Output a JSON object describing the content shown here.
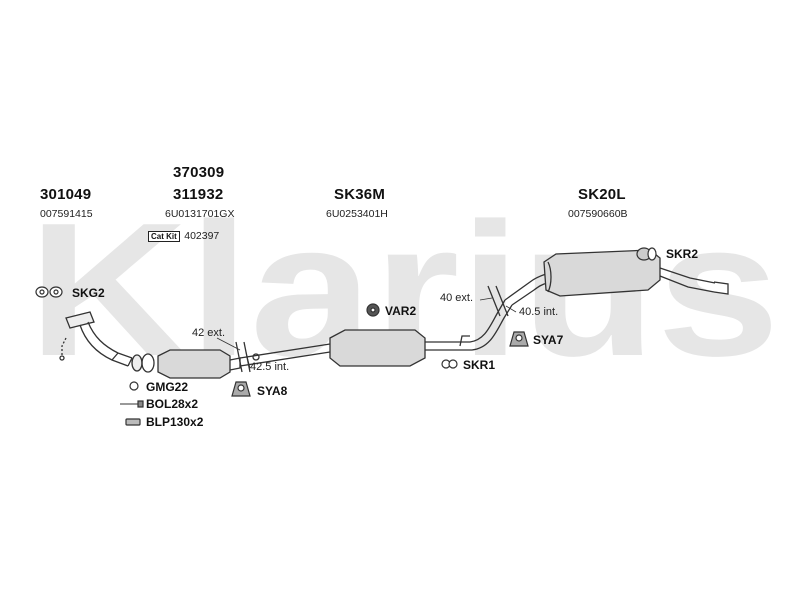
{
  "watermark": "Klarius",
  "parts": {
    "p1": {
      "top": "",
      "main": "301049",
      "ref": "007591415"
    },
    "p2": {
      "top": "370309",
      "main": "311932",
      "ref": "6U0131701GX",
      "catkit_label": "Cat Kit",
      "catkit_ref": "402397"
    },
    "p3": {
      "main": "SK36M",
      "ref": "6U0253401H"
    },
    "p4": {
      "main": "SK20L",
      "ref": "007590660B"
    }
  },
  "fittings": {
    "skg2": "SKG2",
    "skr2": "SKR2",
    "var2": "VAR2",
    "sya7": "SYA7",
    "skr1": "SKR1",
    "gmg22": "GMG22",
    "bol": "BOL28x2",
    "blp": "BLP130x2",
    "sya8": "SYA8"
  },
  "dimensions": {
    "d42ext": "42 ext.",
    "d425int": "42.5 int.",
    "d40ext": "40 ext.",
    "d405int": "40.5 int."
  },
  "colors": {
    "watermark": "#e6e6e6",
    "line": "#333333",
    "part_fill": "#d9d9d9"
  }
}
